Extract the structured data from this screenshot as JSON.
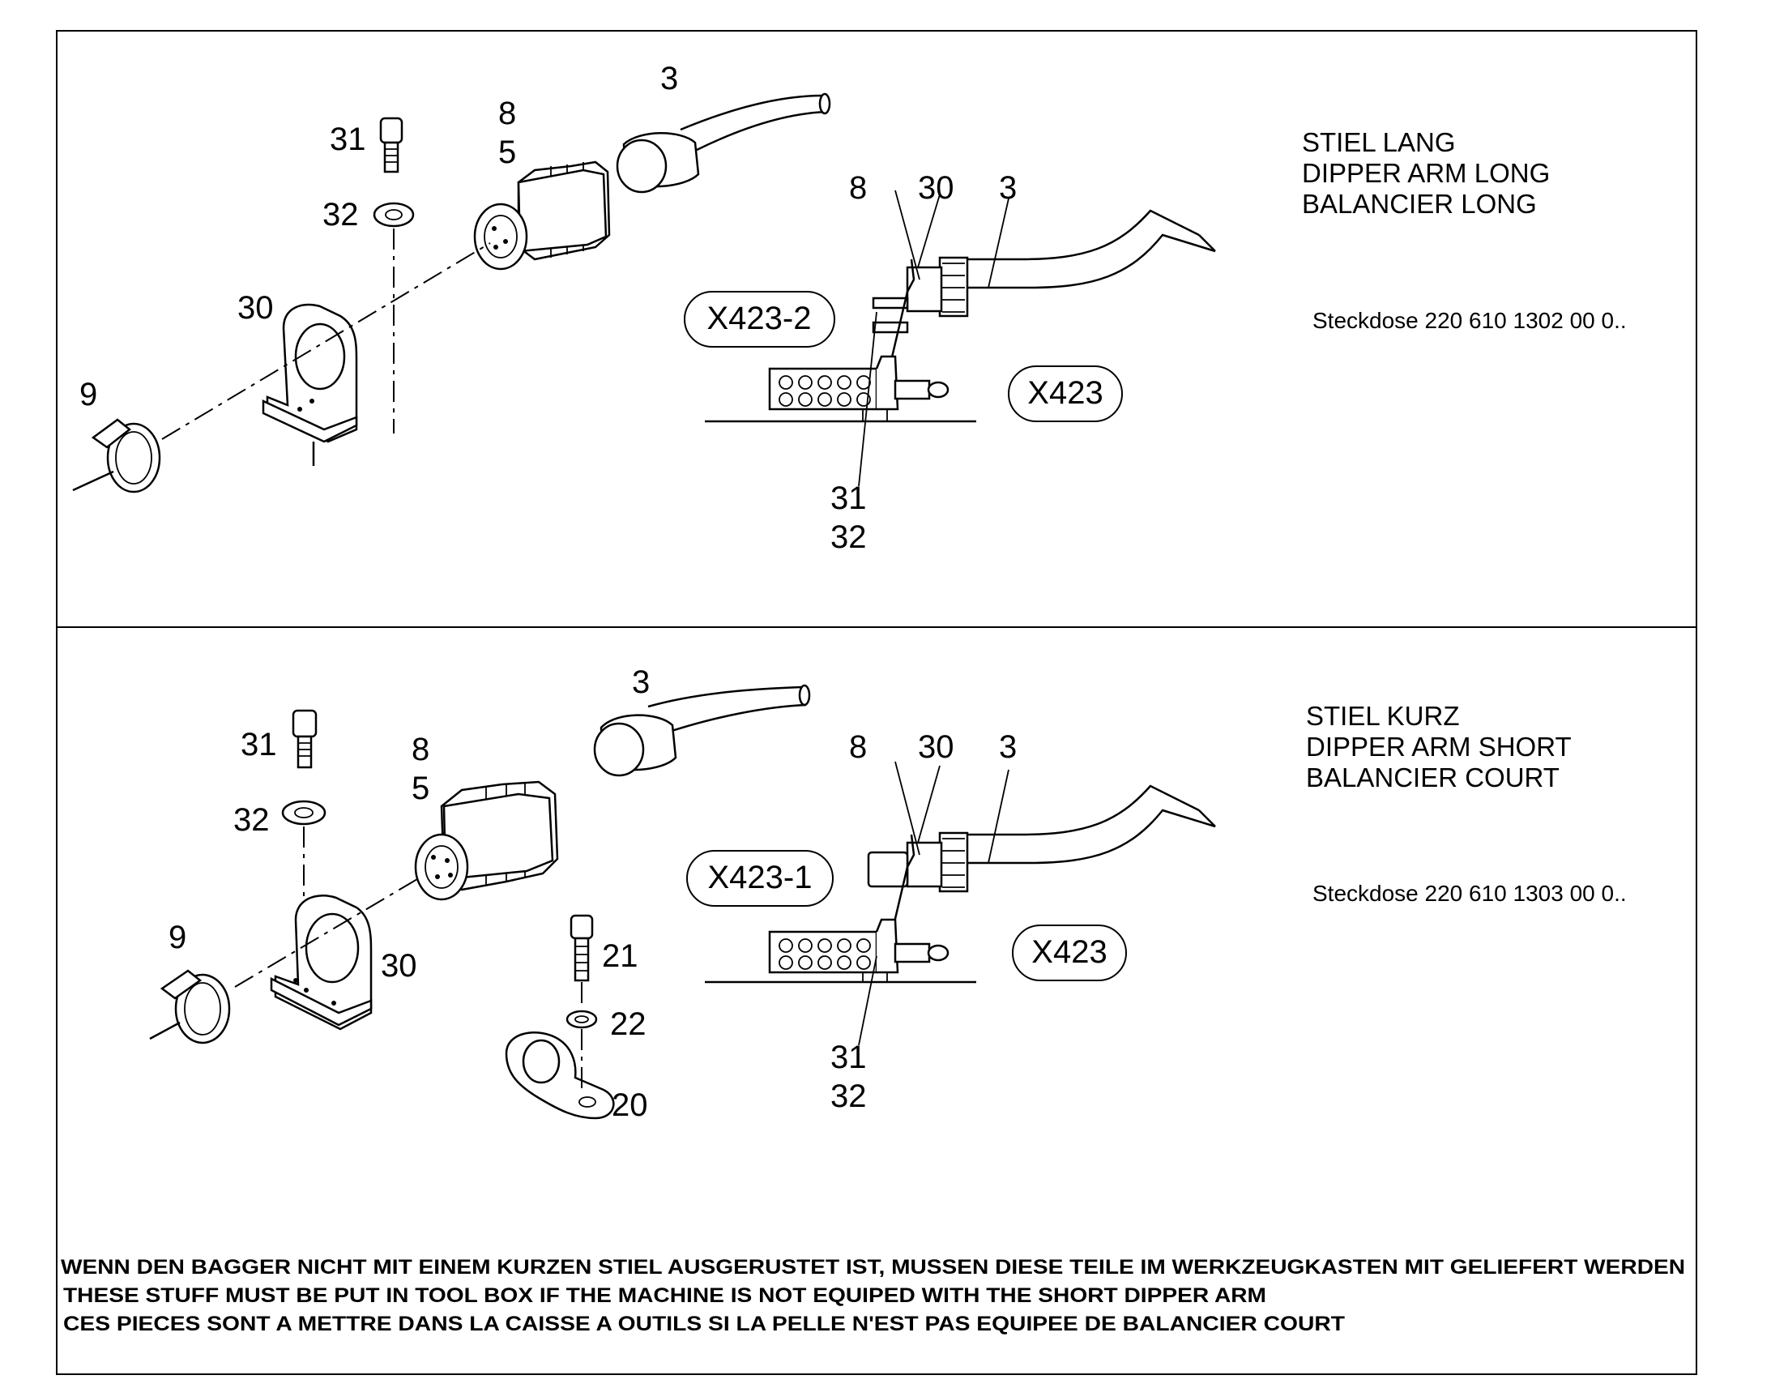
{
  "panel_long": {
    "title_lines": [
      "STIEL LANG",
      "DIPPER ARM LONG",
      "BALANCIER LONG"
    ],
    "note": "Steckdose 220 610 1302 00 0..",
    "connector_tag": "X423-2",
    "junction_tag": "X423",
    "labels": {
      "cable": "3",
      "connector_a": "8",
      "connector_b": "5",
      "screw": "31",
      "washer": "32",
      "bracket": "30",
      "clamp": "9",
      "detail_connector": "8",
      "detail_bracket": "30",
      "detail_cable": "3",
      "detail_screw": "31",
      "detail_washer": "32"
    }
  },
  "panel_short": {
    "title_lines": [
      "STIEL KURZ",
      "DIPPER ARM SHORT",
      "BALANCIER COURT"
    ],
    "note": "Steckdose 220 610 1303 00 0..",
    "connector_tag": "X423-1",
    "junction_tag": "X423",
    "labels": {
      "cable": "3",
      "connector_a": "8",
      "connector_b": "5",
      "screw": "31",
      "washer": "32",
      "bracket": "30",
      "clamp": "9",
      "bolt": "21",
      "bolt_washer": "22",
      "pipe_clip": "20",
      "detail_connector": "8",
      "detail_bracket": "30",
      "detail_cable": "3",
      "detail_screw": "31",
      "detail_washer": "32"
    }
  },
  "footer_lines": [
    "WENN DEN BAGGER NICHT MIT EINEM KURZEN STIEL AUSGERUSTET IST, MUSSEN DIESE TEILE IM WERKZEUGKASTEN MIT GELIEFERT WERDEN",
    "THESE STUFF MUST BE PUT IN TOOL BOX IF THE MACHINE IS NOT EQUIPED WITH THE SHORT DIPPER ARM",
    "CES PIECES SONT A METTRE DANS LA CAISSE A OUTILS SI LA PELLE N'EST PAS EQUIPEE DE BALANCIER COURT"
  ]
}
